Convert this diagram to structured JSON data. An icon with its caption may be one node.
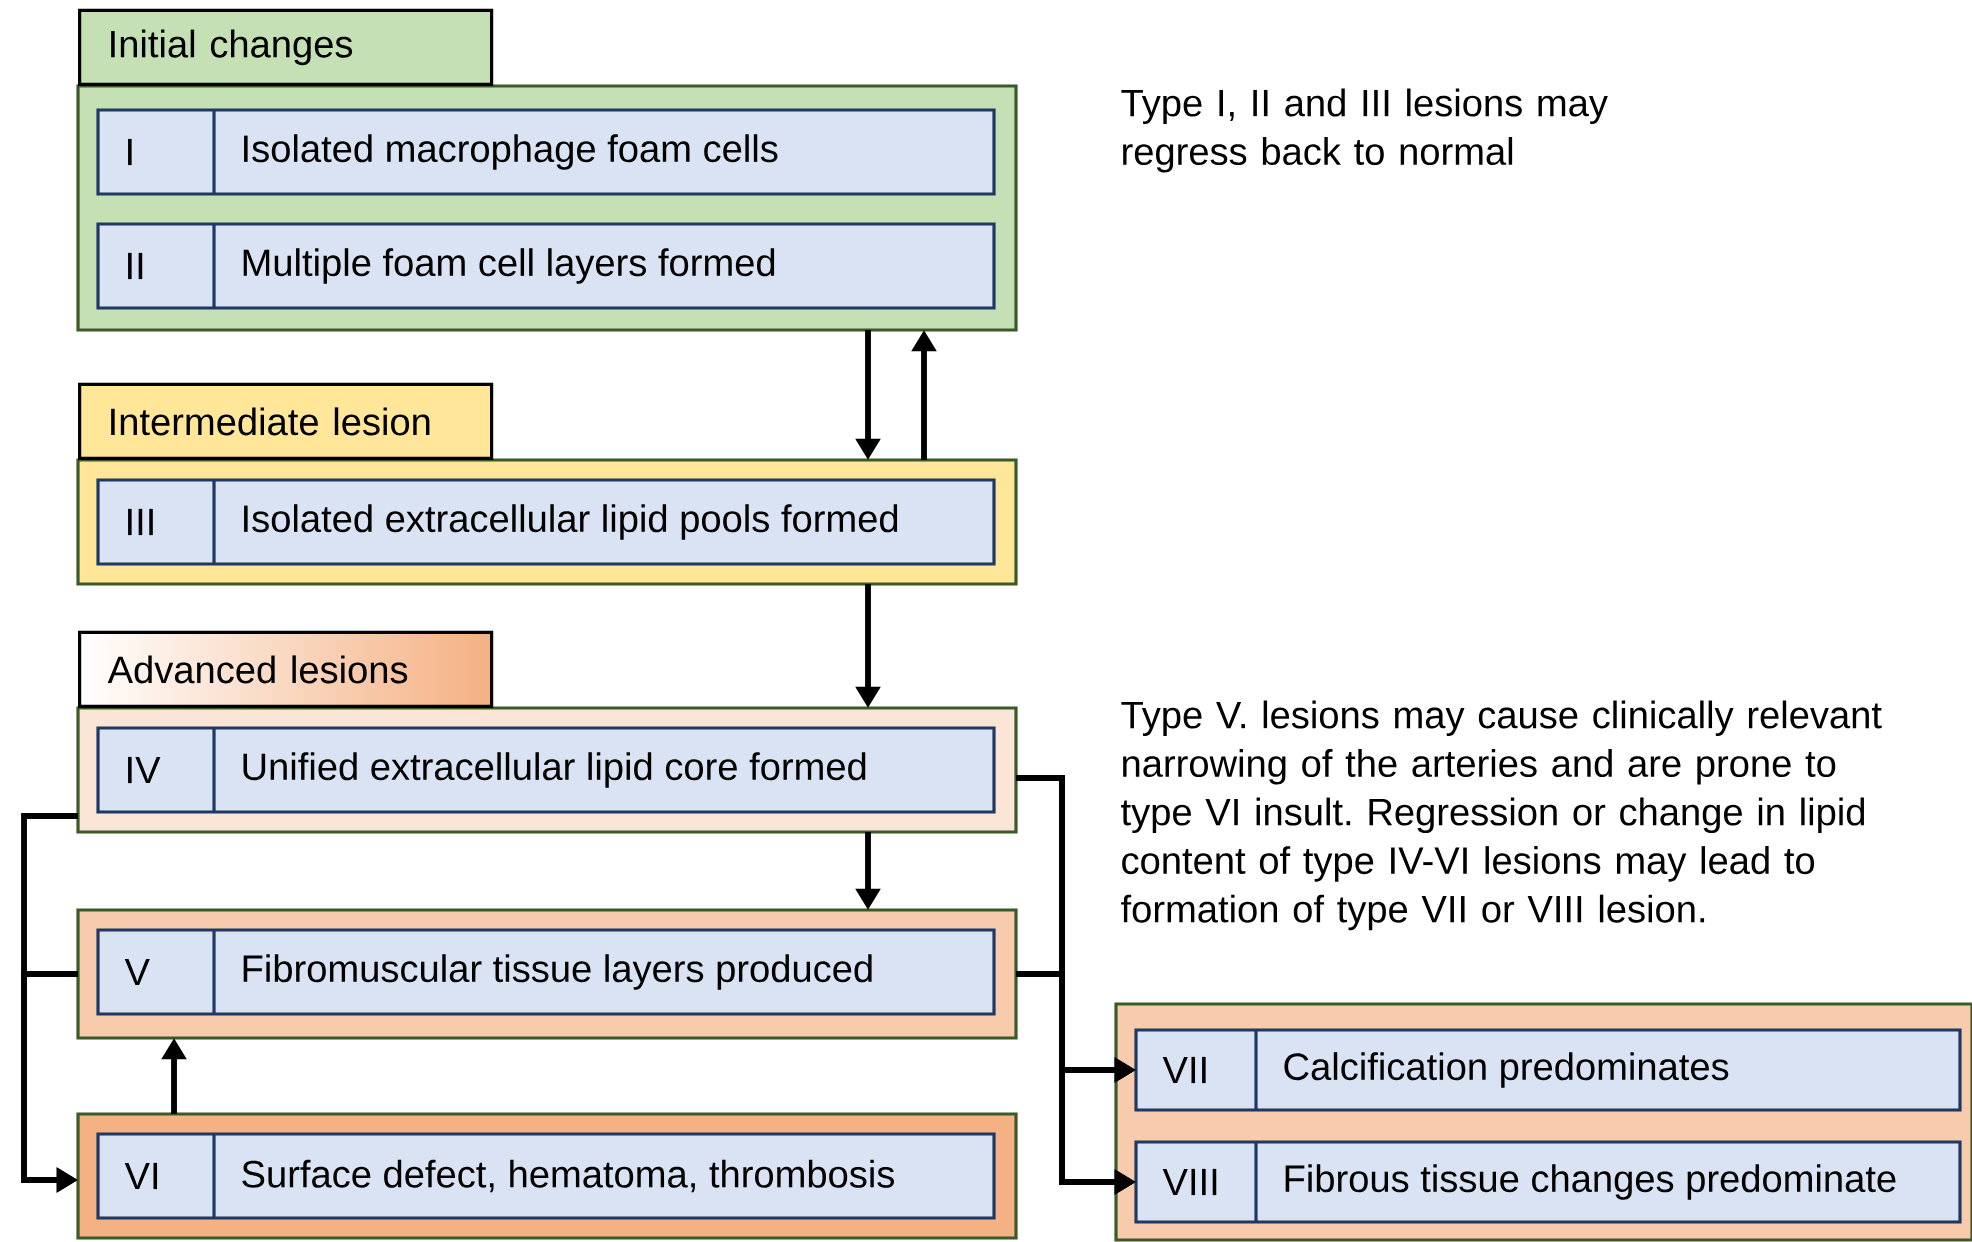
{
  "diagram": {
    "nodes": [
      {
        "text": [
          "Initial changes"
        ]
      },
      {
        "text": [
          "I",
          "Isolated macrophage foam cells"
        ],
        "in": 0
      },
      {
        "text": [
          "II",
          "Multiple foam cell layers formed"
        ],
        "in": 0
      },
      {
        "text": [
          "Intermediate lesion"
        ]
      },
      {
        "text": [
          "III",
          "Isolated extracellular lipid pools formed"
        ],
        "in": 3
      },
      {
        "text": [
          "Advanced lesions"
        ]
      },
      {
        "text": [
          "IV",
          "Unified extracellular lipid core formed"
        ],
        "in": 5
      },
      {
        "text": [],
        "shape": "box"
      },
      {
        "text": [
          "V",
          "Fibromuscular tissue layers produced"
        ],
        "in": 7
      },
      {
        "text": [],
        "shape": "box"
      },
      {
        "text": [
          "VI",
          "Surface defect, hematoma, thrombosis"
        ],
        "in": 9
      },
      {
        "text": [],
        "shape": "box"
      },
      {
        "text": [
          "VII",
          "Calcification predominates"
        ],
        "in": 11
      },
      {
        "text": [
          "VIII",
          "Fibrous tissue changes predominate"
        ],
        "in": 11
      }
    ],
    "edges": [
      {
        "from": 0,
        "to": 3,
        "arrow": "to"
      },
      {
        "from": 3,
        "to": 0,
        "arrow": "to"
      },
      {
        "from": 3,
        "to": 5,
        "arrow": "to"
      },
      {
        "from": 5,
        "to": 7,
        "arrow": "to"
      },
      {
        "from": 9,
        "to": 7,
        "arrow": "to"
      },
      {
        "from": 5,
        "to": 9,
        "arrow": "to"
      },
      {
        "from": 7,
        "to": 9,
        "arrow": "to"
      },
      {
        "from": 5,
        "to": 12,
        "arrow": "to"
      },
      {
        "from": 5,
        "to": 13,
        "arrow": "to"
      },
      {
        "from": 7,
        "to": 12,
        "arrow": "to"
      },
      {
        "from": 7,
        "to": 13,
        "arrow": "to"
      }
    ],
    "labels": [
      "Type I, II and III lesions may regress back to normal",
      "Type V. lesions may cause clinically relevant narrowing of the arteries and are prone to type VI insult. Regression or change in lipid content of type IV-VI lesions may lead to formation of type VII or VIII lesion."
    ]
  }
}
